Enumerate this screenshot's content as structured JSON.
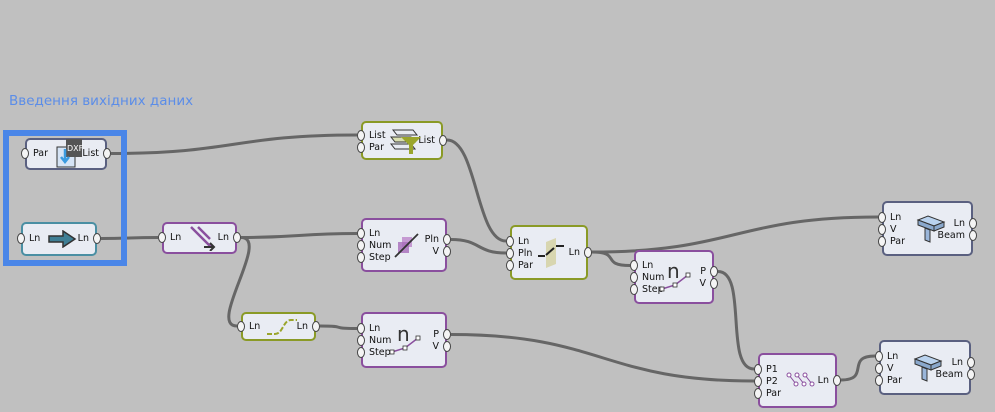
{
  "canvas": {
    "background": "#c0c0c0"
  },
  "group": {
    "title": "Введення вихідних даних",
    "color": "#4a86e8"
  },
  "nodes": [
    {
      "id": "dxf-import",
      "inputs": [
        "Par"
      ],
      "outputs": [
        "List"
      ],
      "icon": "dxf-import-icon"
    },
    {
      "id": "line-param",
      "inputs": [
        "Ln"
      ],
      "outputs": [
        "Ln"
      ],
      "icon": "arrow-right-icon"
    },
    {
      "id": "filter",
      "inputs": [
        "List",
        "Par"
      ],
      "outputs": [
        "List"
      ],
      "icon": "layer-filter-icon"
    },
    {
      "id": "flip-line",
      "inputs": [
        "Ln"
      ],
      "outputs": [
        "Ln"
      ],
      "icon": "flip-line-icon"
    },
    {
      "id": "perp-frames",
      "inputs": [
        "Ln",
        "Num",
        "Step"
      ],
      "outputs": [
        "Pln",
        "V"
      ],
      "icon": "perp-frames-icon"
    },
    {
      "id": "curve",
      "inputs": [
        "Ln"
      ],
      "outputs": [
        "Ln"
      ],
      "icon": "curve-icon"
    },
    {
      "id": "divide-1",
      "inputs": [
        "Ln",
        "Num",
        "Step"
      ],
      "outputs": [
        "P",
        "V"
      ],
      "icon": "divide-curve-icon"
    },
    {
      "id": "split",
      "inputs": [
        "Ln",
        "Pln",
        "Par"
      ],
      "outputs": [
        "Ln"
      ],
      "icon": "split-plane-icon"
    },
    {
      "id": "divide-2",
      "inputs": [
        "Ln",
        "Num",
        "Step"
      ],
      "outputs": [
        "P",
        "V"
      ],
      "icon": "divide-curve-icon"
    },
    {
      "id": "beam-1",
      "inputs": [
        "Ln",
        "V",
        "Par"
      ],
      "outputs": [
        "Ln",
        "Beam"
      ],
      "icon": "beam-icon"
    },
    {
      "id": "connect",
      "inputs": [
        "P1",
        "P2",
        "Par"
      ],
      "outputs": [
        "Ln"
      ],
      "icon": "connect-points-icon"
    },
    {
      "id": "beam-2",
      "inputs": [
        "Ln",
        "V",
        "Par"
      ],
      "outputs": [
        "Ln",
        "Beam"
      ],
      "icon": "beam-icon"
    }
  ]
}
